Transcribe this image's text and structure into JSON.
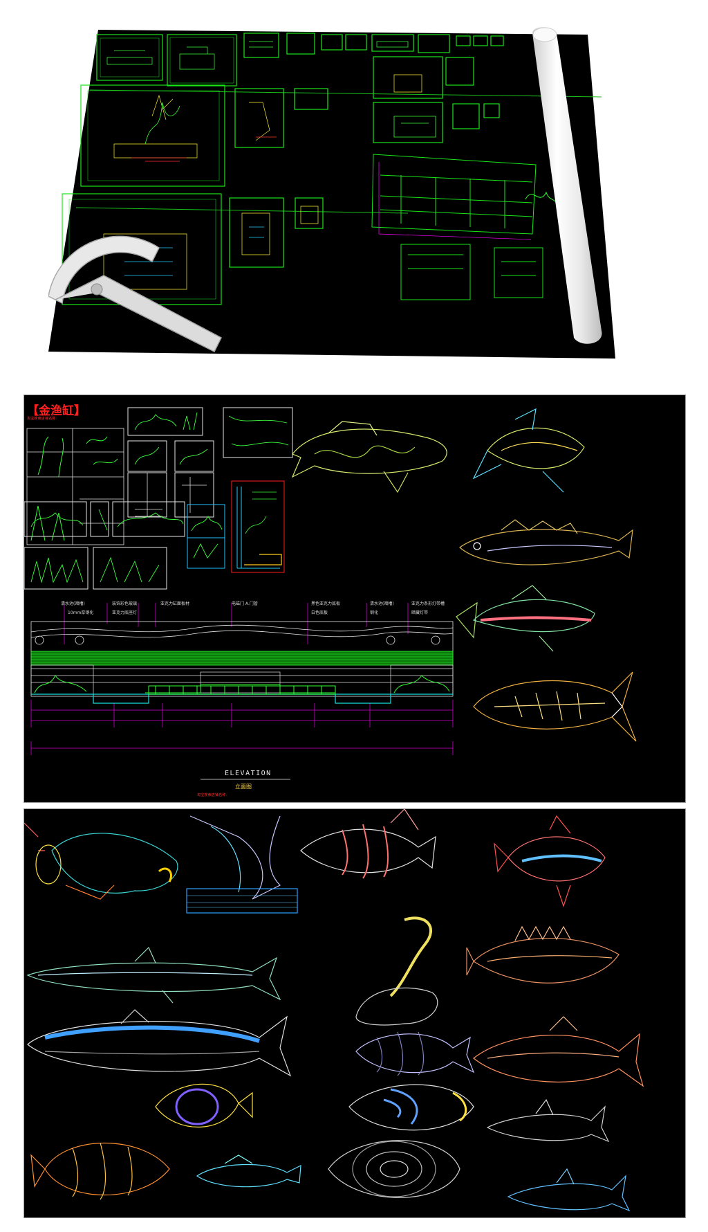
{
  "colors": {
    "background": "#ffffff",
    "cad_background": "#000000",
    "frame_green": "#19e619",
    "plant_green": "#33ff33",
    "dimension_magenta": "#d000d0",
    "elevation_cyan": "#18e0e0",
    "annotation_red": "#ff2020",
    "paper_roll": "#f2f2f2"
  },
  "sheet_preview": {
    "title_block_text": ""
  },
  "aquarium_panel": {
    "title": "【金渔缸】",
    "watermark_line_1": "淘宝搜索店铺名称：",
    "watermark_line_2": "淘宝搜索店铺名称：",
    "elevation_label": "ELEVATION",
    "elevation_label_cn": "立面图",
    "callouts_top": [
      "清水池(暗槽)",
      "装饰彩色玻璃",
      "亚克力缸面板材",
      "电磁门 A.门管",
      "黑色亚克力底板",
      "清水池(暗槽)",
      "亚克力条形灯带槽"
    ],
    "callouts_second": [
      "10mm厚钢化",
      "亚克力底座灯",
      "白色底板",
      "钢化",
      "暗藏灯带"
    ]
  },
  "fish_library": {
    "icons": [
      "perch-fish-icon",
      "trigger-fish-icon",
      "cod-fish-icon",
      "trout-fish-icon",
      "skeleton-fish-icon",
      "angelfish-icon",
      "marlin-icon",
      "butterflyfish-icon",
      "sunfish-icon",
      "barracuda-icon",
      "moray-eel-icon",
      "flounder-icon",
      "salmon-icon",
      "grouper-icon",
      "carp-icon",
      "emperor-angelfish-icon",
      "clownfish-icon",
      "goby-icon",
      "shark-icon",
      "reef-shark-icon"
    ]
  }
}
